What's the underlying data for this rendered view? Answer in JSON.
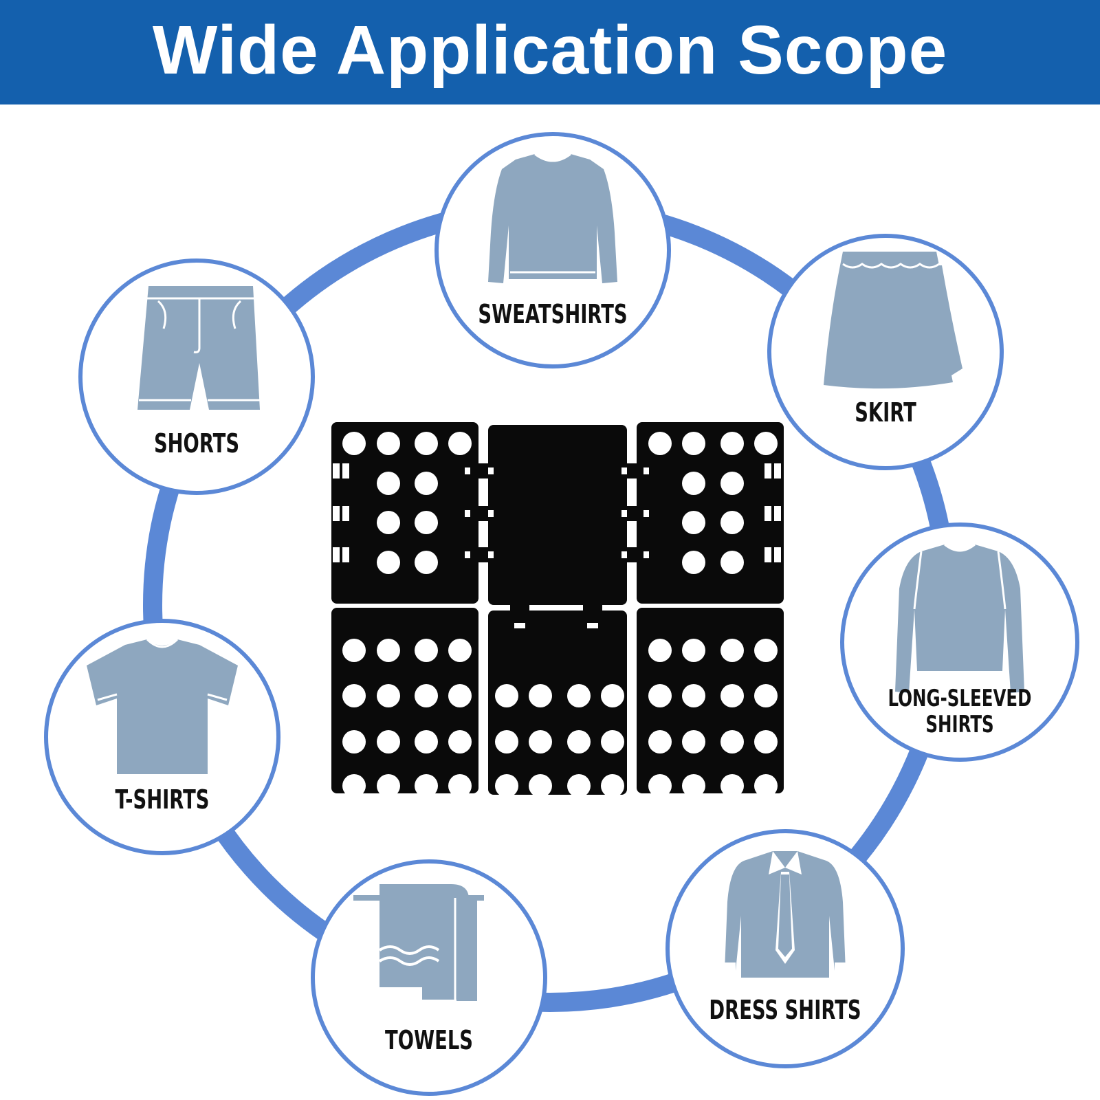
{
  "banner": {
    "title": "Wide Application Scope"
  },
  "colors": {
    "banner": "#1460ad",
    "ring": "#5b88d6",
    "garment": "#8ea7bf",
    "board": "#0a0a0a",
    "caption": "#111111"
  },
  "categories": [
    {
      "label": "SWEATSHIRTS",
      "icon": "sweatshirt-icon"
    },
    {
      "label": "SKIRT",
      "icon": "skirt-icon"
    },
    {
      "label": "LONG-SLEEVED",
      "label2": "SHIRTS",
      "icon": "long-sleeved-shirt-icon"
    },
    {
      "label": "DRESS SHIRTS",
      "icon": "dress-shirt-icon"
    },
    {
      "label": "TOWELS",
      "icon": "towel-icon"
    },
    {
      "label": "T-SHIRTS",
      "icon": "t-shirt-icon"
    },
    {
      "label": "SHORTS",
      "icon": "shorts-icon"
    }
  ],
  "product": {
    "icon": "clothes-folding-board"
  }
}
